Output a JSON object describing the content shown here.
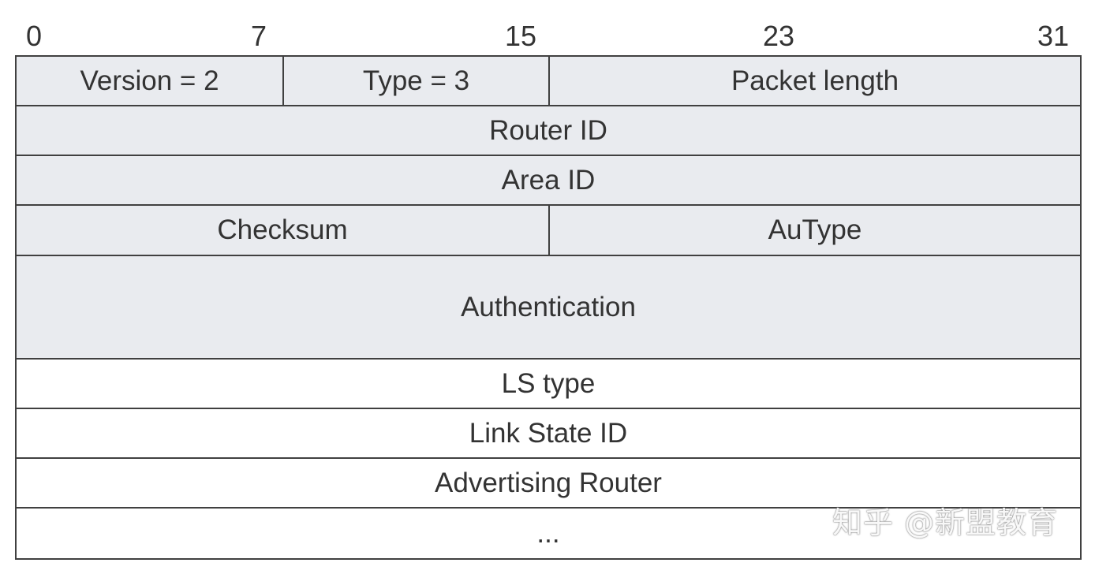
{
  "bit_labels": [
    "0",
    "7",
    "15",
    "23",
    "31"
  ],
  "rows": {
    "r1": {
      "version": "Version = 2",
      "type": "Type = 3",
      "packet_length": "Packet length"
    },
    "r2": {
      "router_id": "Router ID"
    },
    "r3": {
      "area_id": "Area ID"
    },
    "r4": {
      "checksum": "Checksum",
      "autype": "AuType"
    },
    "r5": {
      "authentication": "Authentication"
    },
    "r6": {
      "ls_type": "LS type"
    },
    "r7": {
      "link_state_id": "Link State ID"
    },
    "r8": {
      "advertising_router": "Advertising Router"
    },
    "r9": {
      "ellipsis": "..."
    }
  },
  "watermark": "知乎 @新盟教育",
  "colors": {
    "header_fill": "#e9ebef",
    "body_fill": "#ffffff",
    "border": "#404040",
    "text": "#333333"
  }
}
